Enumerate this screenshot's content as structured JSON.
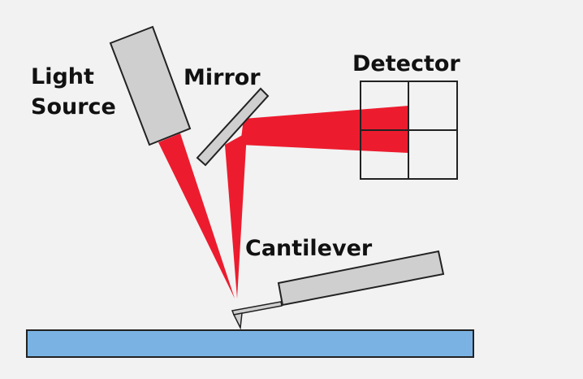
{
  "labels": {
    "light_source_line1": "Light",
    "light_source_line2": "Source",
    "mirror": "Mirror",
    "detector": "Detector",
    "cantilever": "Cantilever"
  },
  "colors": {
    "background": "#f2f2f2",
    "laser": "#ec1c2e",
    "component": "#cfcfcf",
    "substrate": "#7ab3e3",
    "outline": "#222222"
  }
}
